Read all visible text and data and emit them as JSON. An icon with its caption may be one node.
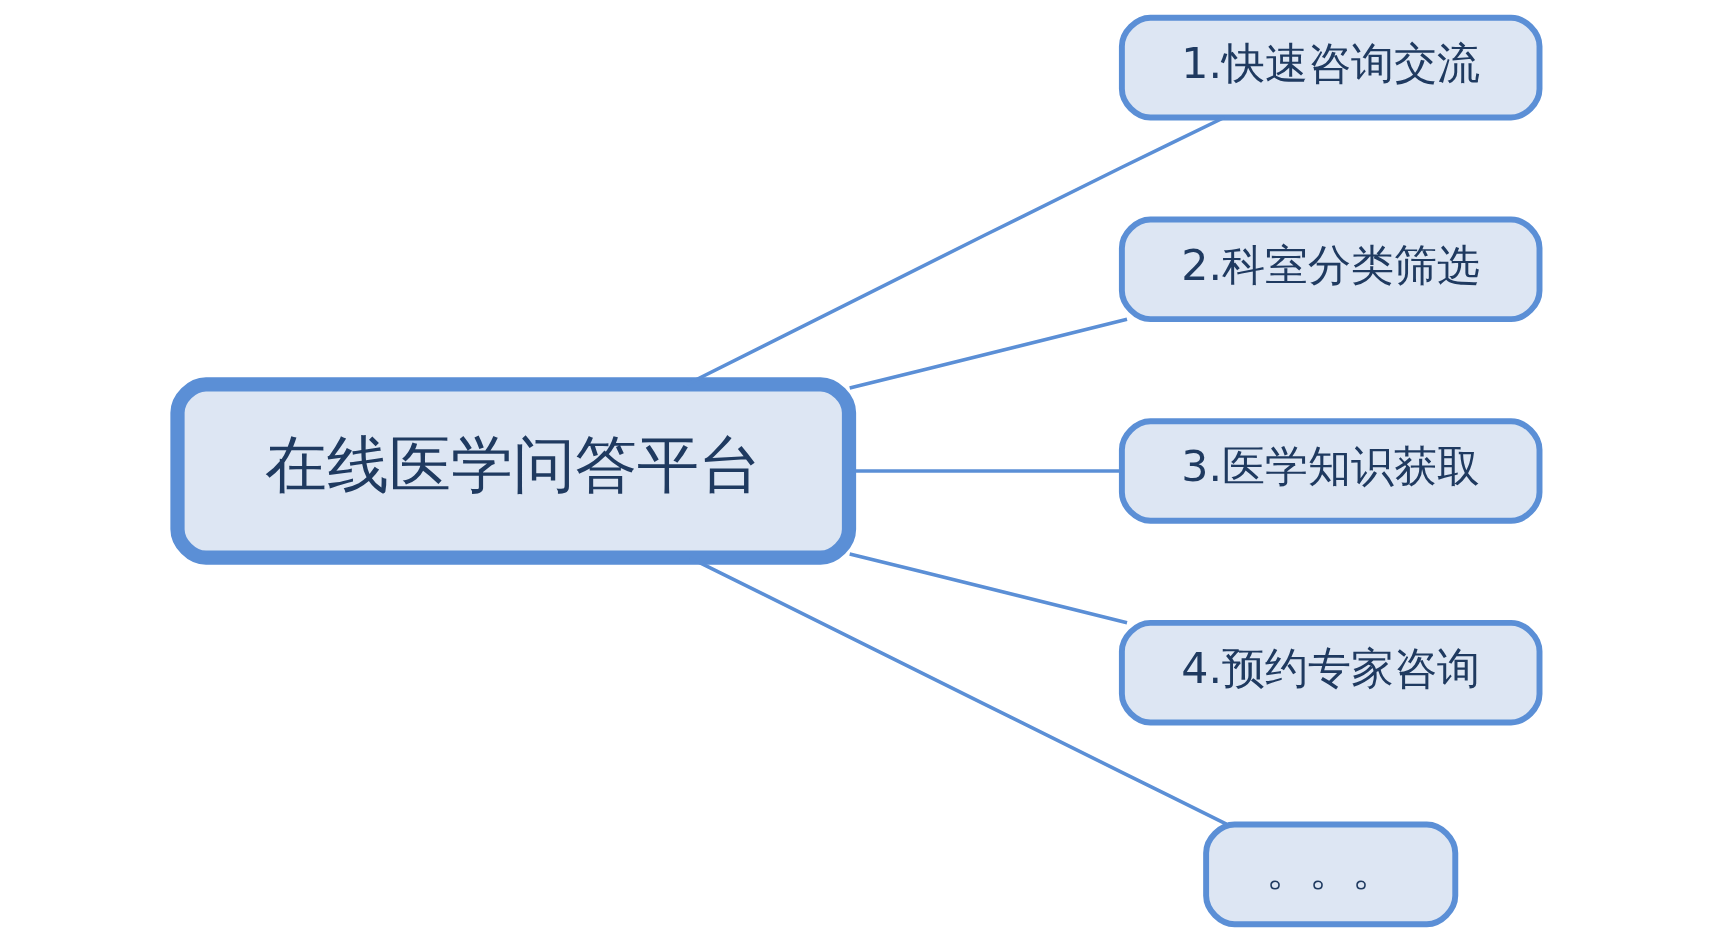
{
  "diagram": {
    "nodes": [
      {
        "text": [
          "在线医学问答平台"
        ]
      },
      {
        "text": [
          "1.快速咨询交流"
        ]
      },
      {
        "text": [
          "2.科室分类筛选"
        ]
      },
      {
        "text": [
          "3.医学知识获取"
        ]
      },
      {
        "text": [
          "4.预约专家咨询"
        ]
      },
      {
        "text": [
          "。。。"
        ]
      }
    ],
    "edges": [
      {
        "from": 0,
        "to": 1,
        "arrow": "none"
      },
      {
        "from": 0,
        "to": 2,
        "arrow": "none"
      },
      {
        "from": 0,
        "to": 3,
        "arrow": "none"
      },
      {
        "from": 0,
        "to": 4,
        "arrow": "none"
      },
      {
        "from": 0,
        "to": 5,
        "arrow": "none"
      }
    ]
  }
}
